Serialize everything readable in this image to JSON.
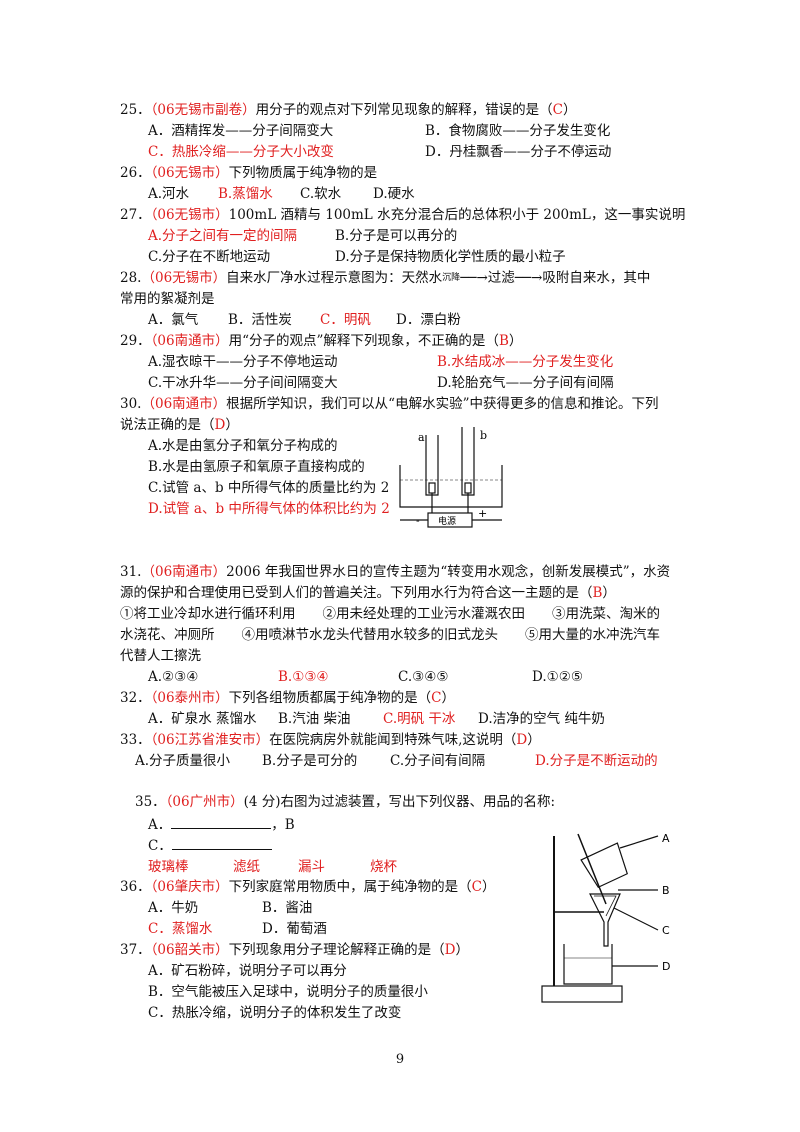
{
  "q25": {
    "num": "25．",
    "source": "（06无锡市副卷）",
    "stem": "用分子的观点对下列常见现象的解释，错误的是（",
    "answer": "C",
    "close": "）",
    "optA": "A．酒精挥发——分子间隔变大",
    "optB": "B．食物腐败——分子发生变化",
    "optC": "C．热胀冷缩——分子大小改变",
    "optD": "D．丹桂飘香——分子不停运动"
  },
  "q26": {
    "num": "26．",
    "source": "（06无锡市）",
    "stem": "下列物质属于纯净物的是",
    "optA": "A.河水",
    "optB": "B.蒸馏水",
    "optC": "C.软水",
    "optD": "D.硬水"
  },
  "q27": {
    "num": "27．",
    "source": "（06无锡市）",
    "stem": "100mL 酒精与 100mL 水充分混合后的总体积小于 200mL，这一事实说明",
    "optA": "A.分子之间有一定的间隔",
    "optB": "B.分子是可以再分的",
    "optC": "C.分子在不断地运动",
    "optD": "D.分子是保持物质化学性质的最小粒子"
  },
  "q28": {
    "num": "28.",
    "source": "（06无锡市）",
    "stem_line1": "自来水厂净水过程示意图为：天然水",
    "stem_mid1": "沉降",
    "stem_mid2": "过滤",
    "stem_mid3": "吸附",
    "stem_end": "自来水，其中",
    "stem_line2": "常用的絮凝剂是",
    "optA": "A．氯气",
    "optB": "B．活性炭",
    "optC": "C．明矾",
    "optD": "D．漂白粉"
  },
  "q29": {
    "num": "29．",
    "source": "（06南通市）",
    "stem": "用“分子的观点”解释下列现象，不正确的是（",
    "answer": "B",
    "close": "）",
    "optA": "A.湿衣晾干——分子不停地运动",
    "optB": "B.水结成冰——分子发生变化",
    "optC": "C.干冰升华——分子间间隔变大",
    "optD": "D.轮胎充气——分子间有间隔"
  },
  "q30": {
    "num": "30.",
    "source": "（06南通市）",
    "stem_line1": "根据所学知识，我们可以从“电解水实验”中获得更多的信息和推论。下列",
    "stem_line2": "说法正确的是（",
    "answer": "D",
    "close": "）",
    "optA": "A.水是由氢分子和氧分子构成的",
    "optB": "B.水是由氢原子和氧原子直接构成的",
    "optC": "C.试管 a、b 中所得气体的质量比约为 2",
    "optD": "D.试管 a、b 中所得气体的体积比约为 2",
    "fig_a": "a",
    "fig_b": "b",
    "fig_power": "电源",
    "fig_minus": "-",
    "fig_plus": "+"
  },
  "q31": {
    "num": "31.",
    "source": "（06南通市）",
    "stem_line1": "2006 年我国世界水日的宣传主题为“转变用水观念，创新发展模式”，水资",
    "stem_line2": "源的保护和合理使用已受到人们的普遍关注。下列用水行为符合这一主题的是（",
    "answer": "B",
    "close": "）",
    "line3": "①将工业冷却水进行循环利用　　②用未经处理的工业污水灌溉农田　　③用洗菜、淘米的",
    "line4": "水浇花、冲厕所　　④用喷淋节水龙头代替用水较多的旧式龙头　　⑤用大量的水冲洗汽车",
    "line5": "代替人工擦洗",
    "optA": "A.②③④",
    "optB": "B.①③④",
    "optC": "C.③④⑤",
    "optD": "D.①②⑤"
  },
  "q32": {
    "num": "32．",
    "source": "（06泰州市）",
    "stem": "下列各组物质都属于纯净物的是（",
    "answer": "C",
    "close": "）",
    "optA": "A．矿泉水  蒸馏水",
    "optB": "B.汽油  柴油",
    "optC": "C.明矾  干冰",
    "optD": "D.洁净的空气  纯牛奶"
  },
  "q33": {
    "num": "33．",
    "source": "（06江苏省淮安市）",
    "stem": "在医院病房外就能闻到特殊气味,这说明（",
    "answer": "D",
    "close": "）",
    "optA": "A.分子质量很小",
    "optB": "B.分子是可分的",
    "optC": "C.分子间有间隔",
    "optD": "D.分子是不断运动的"
  },
  "q35": {
    "num": "35．",
    "source": "（06广州市）",
    "stem": "(4 分)右图为过滤装置，写出下列仪器、用品的名称:",
    "blankA": "A．",
    "blankB": "，B",
    "blankC": "C．",
    "ans1": "玻璃棒",
    "ans2": "滤纸",
    "ans3": "漏斗",
    "ans4": "烧杯",
    "fig_A": "A",
    "fig_B": "B",
    "fig_C": "C",
    "fig_D": "D"
  },
  "q36": {
    "num": "36．",
    "source": "（06肇庆市）",
    "stem": "下列家庭常用物质中，属于纯净物的是（",
    "answer": "C",
    "close": "）",
    "optA": "A．牛奶",
    "optB": "B．酱油",
    "optC": "C．蒸馏水",
    "optD": "D．葡萄酒"
  },
  "q37": {
    "num": "37．",
    "source": "（06韶关市）",
    "stem": "下列现象用分子理论解释正确的是（",
    "answer": "D",
    "close": "）",
    "optA": "A．矿石粉碎，说明分子可以再分",
    "optB": "B．空气能被压入足球中，说明分子的质量很小",
    "optC": "C．热胀冷缩，说明分子的体积发生了改变"
  },
  "page_number": "9",
  "colors": {
    "answer_red": "#e02020",
    "text": "#111111"
  }
}
